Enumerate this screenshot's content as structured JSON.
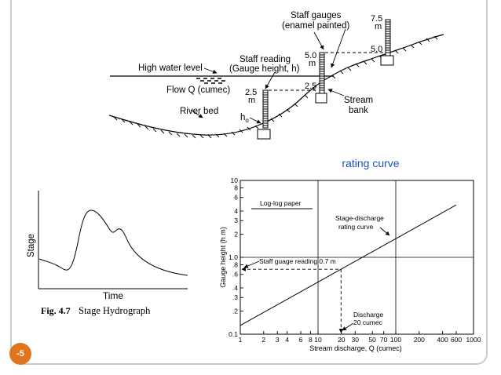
{
  "slide_number": "-5",
  "cross_section": {
    "labels": {
      "staff_gauges": [
        "Staff gauges",
        "(enamel painted)"
      ],
      "staff_reading": [
        "Staff reading",
        "(Gauge height, h)"
      ],
      "high_water": "High water level",
      "flow": "Flow Q (cumec)",
      "river_bed": "River bed",
      "stream_bank": [
        "Stream",
        "bank"
      ],
      "h0_main": "h",
      "h0_sub": "o"
    },
    "gauges": [
      {
        "top_label": [
          "2.5",
          "m"
        ],
        "bottom_label": ""
      },
      {
        "top_label": [
          "5.0",
          "m"
        ],
        "bottom_label": "2.5"
      },
      {
        "top_label": [
          "7.5",
          "m"
        ],
        "bottom_label": "5.0"
      }
    ]
  },
  "hydrograph": {
    "ylabel": "Stage",
    "xlabel": "Time",
    "caption_fig": "Fig. 4.7",
    "caption_text": "Stage Hydrograph"
  },
  "chart_data": {
    "type": "line",
    "chart_title": "rating curve",
    "paper_label": "Log-log paper",
    "xlabel": "Stream discharge, Q (cumec)",
    "ylabel": "Gauge height (h m)",
    "xscale": "log",
    "yscale": "log",
    "xlim": [
      1,
      1000
    ],
    "ylim": [
      0.1,
      10
    ],
    "x_ticks": [
      {
        "v": 1,
        "label": "1"
      },
      {
        "v": 2,
        "label": "2"
      },
      {
        "v": 3,
        "label": "3"
      },
      {
        "v": 4,
        "label": "4"
      },
      {
        "v": 6,
        "label": "6"
      },
      {
        "v": 8,
        "label": "8"
      },
      {
        "v": 10,
        "label": "10"
      },
      {
        "v": 20,
        "label": "20"
      },
      {
        "v": 30,
        "label": "30"
      },
      {
        "v": 50,
        "label": "50"
      },
      {
        "v": 70,
        "label": "70"
      },
      {
        "v": 100,
        "label": "100"
      },
      {
        "v": 200,
        "label": "200"
      },
      {
        "v": 400,
        "label": "400"
      },
      {
        "v": 600,
        "label": "600"
      },
      {
        "v": 1000,
        "label": "1000"
      }
    ],
    "y_ticks": [
      {
        "v": 0.1,
        "label": "0.1"
      },
      {
        "v": 0.2,
        "label": ".2"
      },
      {
        "v": 0.3,
        "label": ".3"
      },
      {
        "v": 0.4,
        "label": ".4"
      },
      {
        "v": 0.6,
        "label": ".6"
      },
      {
        "v": 0.8,
        "label": ".8"
      },
      {
        "v": 1,
        "label": "1.0"
      },
      {
        "v": 2,
        "label": "2"
      },
      {
        "v": 3,
        "label": "3"
      },
      {
        "v": 4,
        "label": "4"
      },
      {
        "v": 6,
        "label": "6"
      },
      {
        "v": 8,
        "label": "8"
      },
      {
        "v": 10,
        "label": "10"
      }
    ],
    "grid_x": [
      10,
      100
    ],
    "grid_y": [
      1
    ],
    "series": [
      {
        "name": "Stage-discharge rating curve",
        "x": [
          1,
          600
        ],
        "y": [
          0.13,
          4.8
        ]
      }
    ],
    "curve_label": [
      "Stage-discharge",
      "rating curve"
    ],
    "reading_label": "Staff guage reading 0.7 m",
    "reading_value": 0.7,
    "discharge_label": [
      "Discharge",
      "20 cumec"
    ],
    "discharge_value": 20
  }
}
